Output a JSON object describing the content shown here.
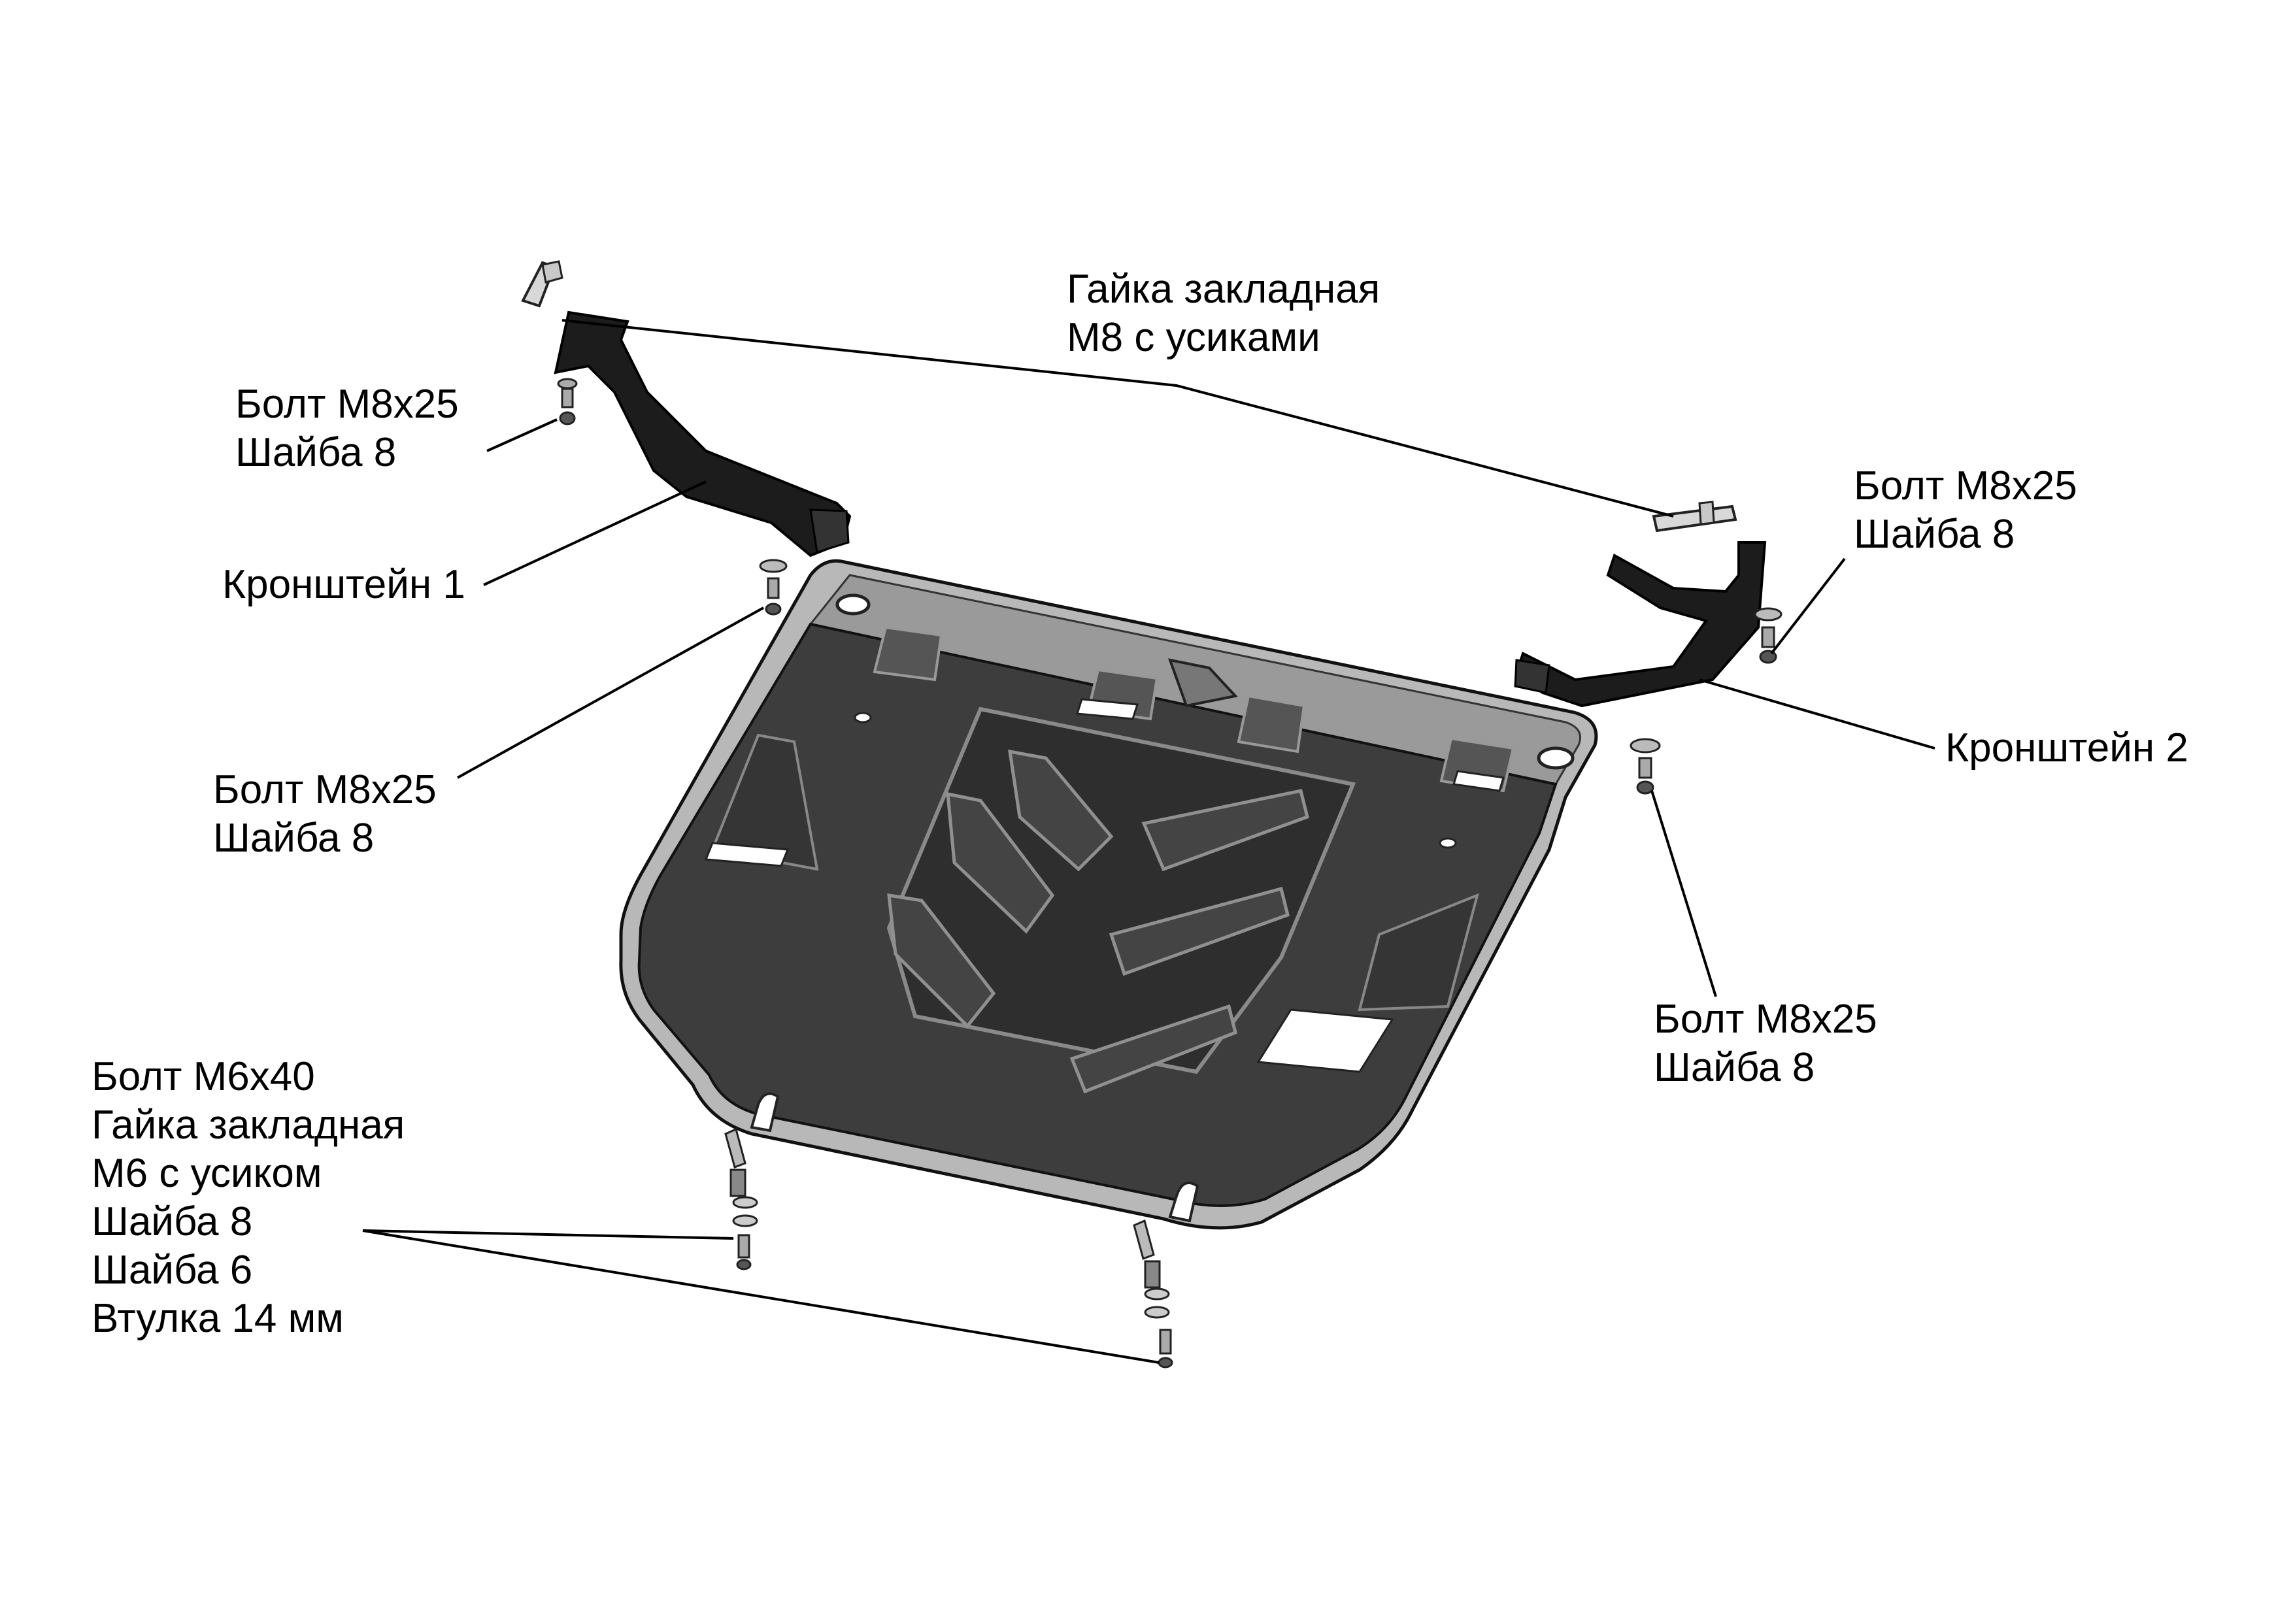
{
  "labels": {
    "nut_top": [
      "Гайка закладная",
      "М8 с усиками"
    ],
    "bolt_top_left": [
      "Болт М8х25",
      "Шайба 8"
    ],
    "bracket_1": "Кронштейн 1",
    "bolt_mid_left": [
      "Болт М8х25",
      "Шайба 8"
    ],
    "bolt_top_right": [
      "Болт М8х25",
      "Шайба 8"
    ],
    "bracket_2": "Кронштейн 2",
    "bolt_mid_right": [
      "Болт М8х25",
      "Шайба 8"
    ],
    "bottom_kit": [
      "Болт М6х40",
      "Гайка закладная",
      "М6 с усиком",
      "Шайба 8",
      "Шайба 6",
      "Втулка 14 мм"
    ]
  },
  "colors": {
    "plate": "#3d3d3d",
    "plate_light": "#8a8a8a",
    "plate_rim": "#b8b8b8",
    "steel": "#1c1c1c",
    "hardware": "#9a9a9a",
    "line": "#000000"
  }
}
